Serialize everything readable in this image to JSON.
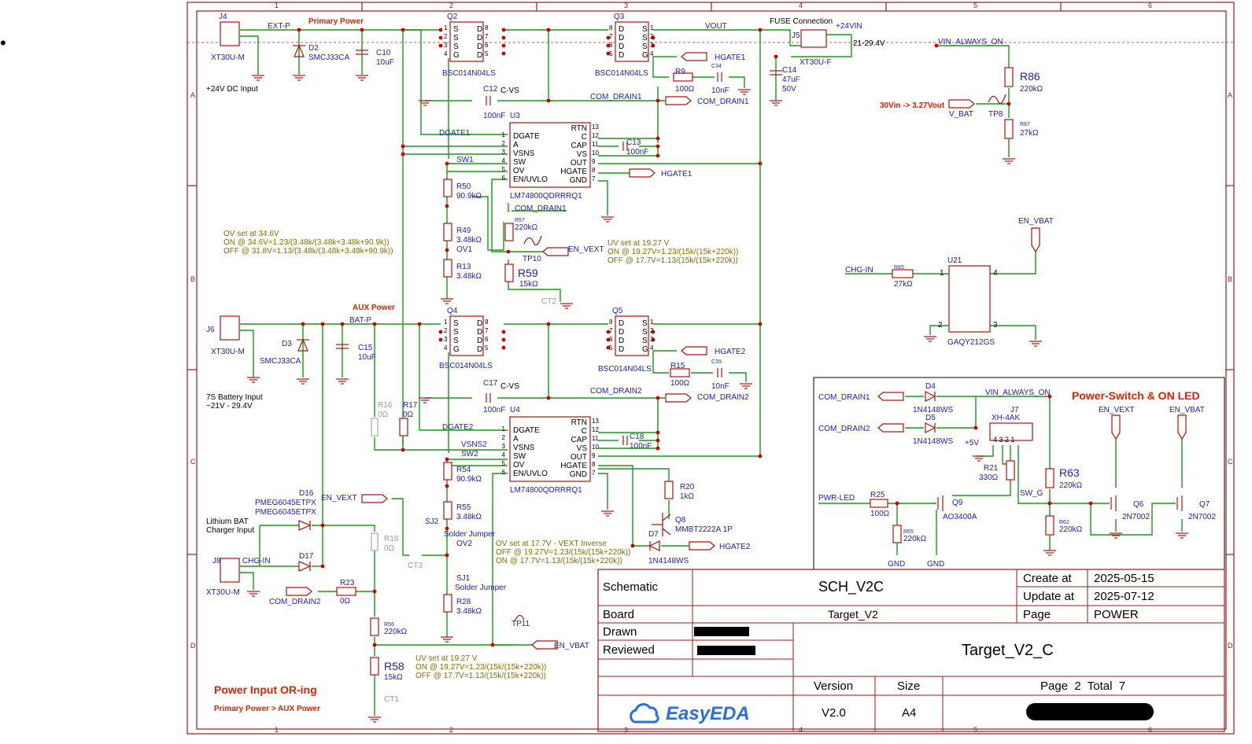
{
  "bullet": "•",
  "grid": {
    "cols": [
      "1",
      "2",
      "3",
      "4",
      "5",
      "6"
    ],
    "rows": [
      "A",
      "B",
      "C",
      "D"
    ]
  },
  "blocks": {
    "primary": {
      "title": "Primary Power",
      "input_label": "+24V DC Input",
      "connector": "J4",
      "connector_part": "XT30U-M",
      "net": "EXT-P",
      "tvs": "D2",
      "tvs_part": "SMCJ33CA",
      "cap": "C10",
      "cap_val": "10uF",
      "q_in": "Q2",
      "q_out": "Q3",
      "mosfet_part": "BSC014N04LS",
      "fuse_title": "FUSE Connection",
      "fuse": "J5",
      "fuse_part": "XT30U-F",
      "vin_net": "+24VIN",
      "vin_range": "21-29.4V",
      "vout": "VOUT",
      "c14": "C14",
      "c14_val": "47uF",
      "c14_v": "50V",
      "r9": "R9",
      "r9_val": "100Ω",
      "c34": "C34",
      "c34_val": "10nF",
      "hgate": "HGATE1",
      "c12": "C12",
      "c12_val": "100nF",
      "cvs": "C-VS",
      "com_drain": "COM_DRAIN1",
      "u": "U3",
      "ic_part": "LM74800QDRRRQ1",
      "dgate": "DGATE1",
      "sw": "SW1",
      "c13": "C13",
      "c13_val": "100nF",
      "r50": "R50",
      "r50_val": "90.9kΩ",
      "r49": "R49",
      "r49_val": "3.48kΩ",
      "ov": "OV1",
      "r13": "R13",
      "r13_val": "3.48kΩ",
      "r57": "R57",
      "r57_val": "220kΩ",
      "tp10": "TP10",
      "en": "EN_VEXT",
      "r59": "R59",
      "r59_val": "15kΩ",
      "ct2": "CT2",
      "ov_note": [
        "OV set at  34.6V",
        "ON @ 34.6V=1.23/(3.48k/(3.48k+3.48k+90.9k))",
        "OFF @ 31.8V=1.13/(3.48k/(3.48k+3.48k+90.9k))"
      ],
      "uv_note": [
        "UV set at 19.27 V",
        "ON @ 19.27V=1.23/(15k/(15k+220k))",
        "OFF @ 17.7V=1.13/(15k/(15k+220k))"
      ]
    },
    "aux": {
      "title": "AUX Power",
      "input_label": [
        "7S Battery Input",
        "~21V - 29.4V"
      ],
      "connector": "J6",
      "connector_part": "XT30U-M",
      "net": "BAT-P",
      "tvs": "D3",
      "tvs_part": "SMCJ33CA",
      "cap": "C15",
      "cap_val": "10uF",
      "q_in": "Q4",
      "q_out": "Q5",
      "mosfet_part": "BSC014N04LS",
      "r15": "R15",
      "r15_val": "100Ω",
      "c35": "C35",
      "c35_val": "10nF",
      "hgate": "HGATE2",
      "c17": "C17",
      "c17_val": "100nF",
      "cvs": "C-VS",
      "com_drain": "COM_DRAIN2",
      "u": "U4",
      "ic_part": "LM74800QDRRRQ1",
      "dgate": "DGATE2",
      "vsns": "VSNS2",
      "sw": "SW2",
      "c18": "C18",
      "c18_val": "100nF",
      "r16": "R16",
      "r16_val": "0Ω",
      "r17": "R17",
      "r17_val": "0Ω",
      "r54": "R54",
      "r54_val": "90.9kΩ",
      "r55": "R55",
      "r55_val": "3.48kΩ",
      "sj2": "SJ2",
      "sj_part": "Solder Jumper",
      "ov": "OV2",
      "sj1": "SJ1",
      "r28": "R28",
      "r28_val": "3.48kΩ",
      "r20": "R20",
      "r20_val": "1kΩ",
      "q8": "Q8",
      "q8_part": "MMBT2222A 1P",
      "d7": "D7",
      "d7_part": "1N4148WS",
      "ct3": "CT3",
      "ov_note": [
        "OV set at 17.7V - VEXT Inverse",
        "OFF @ 19.27V=1.23/(15k/(15k+220k))",
        "ON @ 17.7V=1.13/(15k/(15k+220k))"
      ]
    },
    "charger": {
      "input_label": [
        "Lithium BAT",
        "Charger Input"
      ],
      "connector": "J8",
      "connector_part": "XT30U-M",
      "net": "CHG-IN",
      "d16": "D16",
      "d17": "D17",
      "diode_part": "PMEG6045ETPX",
      "en": "EN_VEXT",
      "r18": "R18",
      "r18_val": "0Ω",
      "r23": "R23",
      "r23_val": "0Ω",
      "com_drain": "COM_DRAIN2",
      "r56": "R56",
      "r56_val": "220kΩ",
      "r58": "R58",
      "r58_val": "15kΩ",
      "ct1": "CT1",
      "tp11": "TP11",
      "en_bat": "EN_VBAT",
      "uv_note": [
        "UV set at 19.27 V",
        "ON @ 19.27V=1.23/(15k/(15k+220k))",
        "OFF @ 17.7V=1.13/(15k/(15k+220k))"
      ],
      "title": "Power Input OR-ing",
      "subtitle": "Primary Power > AUX Power"
    },
    "vsense": {
      "net": "VIN_ALWAYS_ON",
      "r86": "R86",
      "r86_val": "220kΩ",
      "r87": "R87",
      "r87_val": "27kΩ",
      "note": "30Vin -> 3.27Vout",
      "vbat": "V_BAT",
      "tp8": "TP8"
    },
    "relay": {
      "net_in": "CHG-IN",
      "r85": "R85",
      "r85_val": "27kΩ",
      "u": "U21",
      "part": "GAQY212GS",
      "en": "EN_VBAT",
      "pins": [
        "1",
        "2",
        "3",
        "4"
      ]
    },
    "switch": {
      "title": "Power-Switch & ON LED",
      "com1": "COM_DRAIN1",
      "com2": "COM_DRAIN2",
      "d4": "D4",
      "d5": "D5",
      "diode_part": "1N4148WS",
      "vin": "VIN_ALWAYS_ON",
      "j7": "J7",
      "j7_part": "XH-4AK",
      "p5v": "+5V",
      "r21": "R21",
      "r21_val": "330Ω",
      "pwr_led": "PWR-LED",
      "r25": "R25",
      "r25_val": "100Ω",
      "q9": "Q9",
      "q9_part": "AO3400A",
      "r65": "R65",
      "r65_val": "220kΩ",
      "gnd": "GND",
      "sw_g": "SW_G",
      "r63": "R63",
      "r63_val": "220kΩ",
      "r62": "R62",
      "r62_val": "220kΩ",
      "en_vext": "EN_VEXT",
      "en_vbat": "EN_VBAT",
      "q6": "Q6",
      "q7": "Q7",
      "nmos_part": "2N7002",
      "j7_pins": "4 3 2 1"
    },
    "ic_pins_left": [
      "DGATE",
      "A",
      "VSNS",
      "SW",
      "OV",
      "EN/UVLO"
    ],
    "ic_pins_right": [
      "RTN",
      "C",
      "CAP",
      "VS",
      "OUT",
      "HGATE",
      "GND"
    ],
    "ic_nums_left": [
      "1",
      "2",
      "3",
      "4",
      "5",
      "6"
    ],
    "ic_nums_right": [
      "13",
      "12",
      "11",
      "10",
      "9",
      "8",
      "7"
    ],
    "mos_pins_l": [
      "S",
      "S",
      "S",
      "G"
    ],
    "mos_pins_r": [
      "D",
      "D",
      "D",
      "D"
    ],
    "mos_nums_l": [
      "1",
      "2",
      "3",
      "4"
    ],
    "mos_nums_r": [
      "8",
      "7",
      "6",
      "5"
    ]
  },
  "title_block": {
    "schematic_label": "Schematic",
    "schematic": "SCH_V2C",
    "board_label": "Board",
    "board": "Target_V2",
    "drawn_label": "Drawn",
    "reviewed_label": "Reviewed",
    "create_label": "Create at",
    "create": "2025-05-15",
    "update_label": "Update at",
    "update": "2025-07-12",
    "page_label": "Page",
    "page": "POWER",
    "project": "Target_V2_C",
    "version_label": "Version",
    "version": "V2.0",
    "size_label": "Size",
    "size": "A4",
    "page_total": "Page  2  Total  7",
    "logo": "EasyEDA"
  }
}
